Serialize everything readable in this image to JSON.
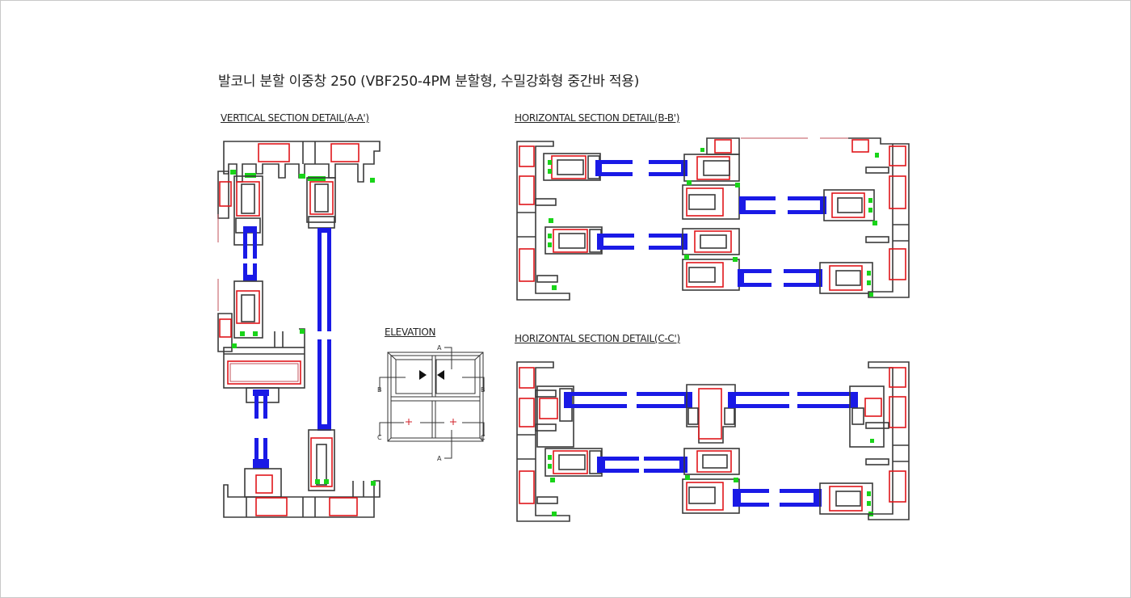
{
  "title": "발코니 분할 이중창 250 (VBF250-4PM 분할형, 수밀강화형 중간바 적용)",
  "sections": {
    "vertical": {
      "label": "VERTICAL SECTION DETAIL(A-A')"
    },
    "horizontal_b": {
      "label": "HORIZONTAL SECTION DETAIL(B-B')"
    },
    "horizontal_c": {
      "label": "HORIZONTAL SECTION DETAIL(C-C')"
    },
    "elevation": {
      "label": "ELEVATION",
      "markers": {
        "a_top": "A",
        "a_bottom": "A",
        "b_left": "B",
        "b_right": "B",
        "c_left": "C",
        "c_right": "C"
      },
      "icons": [
        "sliding-arrow-right-icon",
        "sliding-arrow-left-icon",
        "fixed-cross-icon",
        "fixed-cross-icon"
      ]
    }
  },
  "colors": {
    "frame_outline": "#3a3a3a",
    "reinforcement": "#e0161b",
    "glass": "#1a1ae6",
    "gasket": "#19d419",
    "elevation_cross": "#d0202a"
  }
}
